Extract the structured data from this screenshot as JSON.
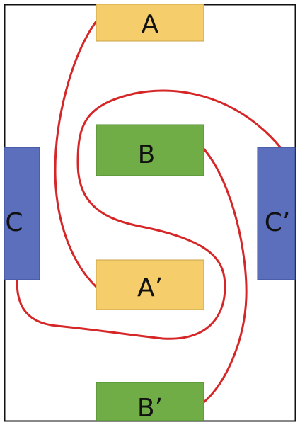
{
  "colors": {
    "frame": "#111111",
    "gold": "#f5cd6a",
    "gold_border": "#c9a24a",
    "green": "#70ad47",
    "green_border": "#4d8a30",
    "blue": "#5b6fbd",
    "blue_border": "#3a4e96",
    "route": "#d62728"
  },
  "nodes": {
    "a": {
      "label": "A"
    },
    "b": {
      "label": "B"
    },
    "c": {
      "label": "C"
    },
    "a_prime": {
      "label": "A’"
    },
    "b_prime": {
      "label": "B’"
    },
    "c_prime": {
      "label": "C’"
    }
  }
}
